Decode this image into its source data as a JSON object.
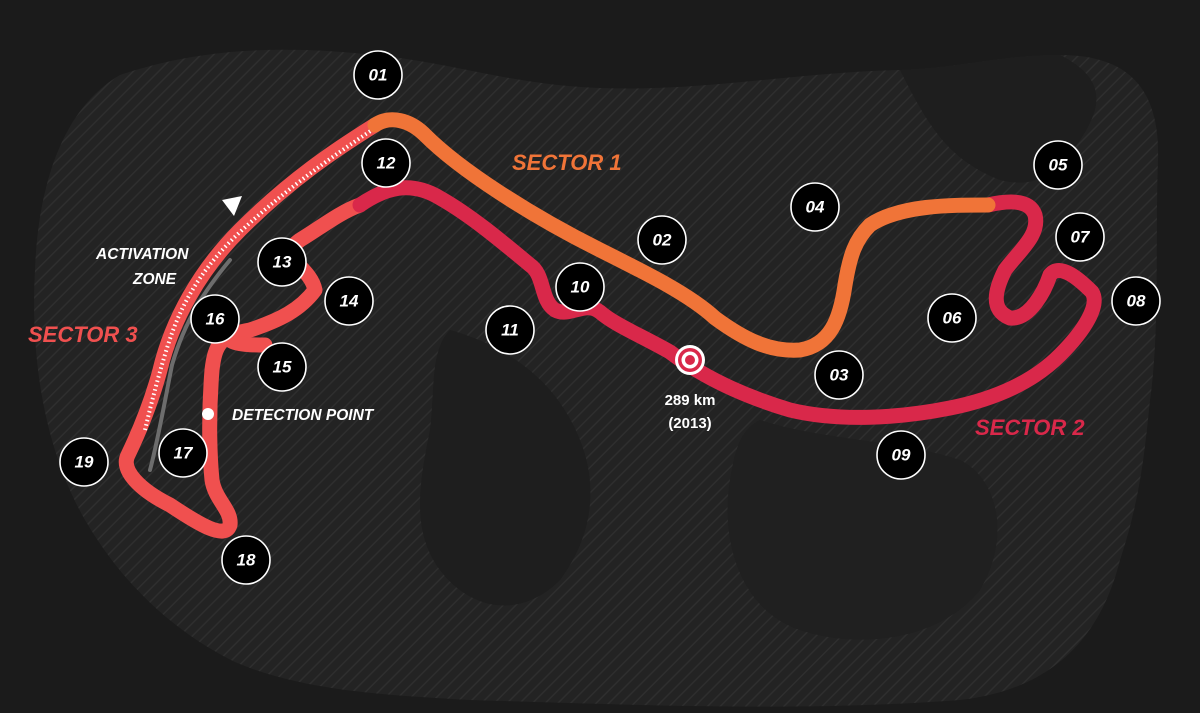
{
  "colors": {
    "background": "#1b1b1b",
    "land": "#262626",
    "sector1": "#f07438",
    "sector2": "#d9284a",
    "sector3": "#f0504f",
    "activation_zone": "#ffffff",
    "pit_lane": "#6d6d6d"
  },
  "sectors": [
    {
      "label": "SECTOR 1",
      "color": "#f07438"
    },
    {
      "label": "SECTOR 2",
      "color": "#d9284a"
    },
    {
      "label": "SECTOR 3",
      "color": "#f0504f"
    }
  ],
  "annotations": {
    "activation_zone_line1": "ACTIVATION",
    "activation_zone_line2": "ZONE",
    "detection_point": "DETECTION POINT",
    "speed_trap_line1": "289 km",
    "speed_trap_line2": "(2013)"
  },
  "turns": [
    "01",
    "02",
    "03",
    "04",
    "05",
    "06",
    "07",
    "08",
    "09",
    "10",
    "11",
    "12",
    "13",
    "14",
    "15",
    "16",
    "17",
    "18",
    "19"
  ],
  "icons": [
    "direction-arrow-icon",
    "speed-trap-target-icon",
    "detection-point-dot-icon"
  ]
}
